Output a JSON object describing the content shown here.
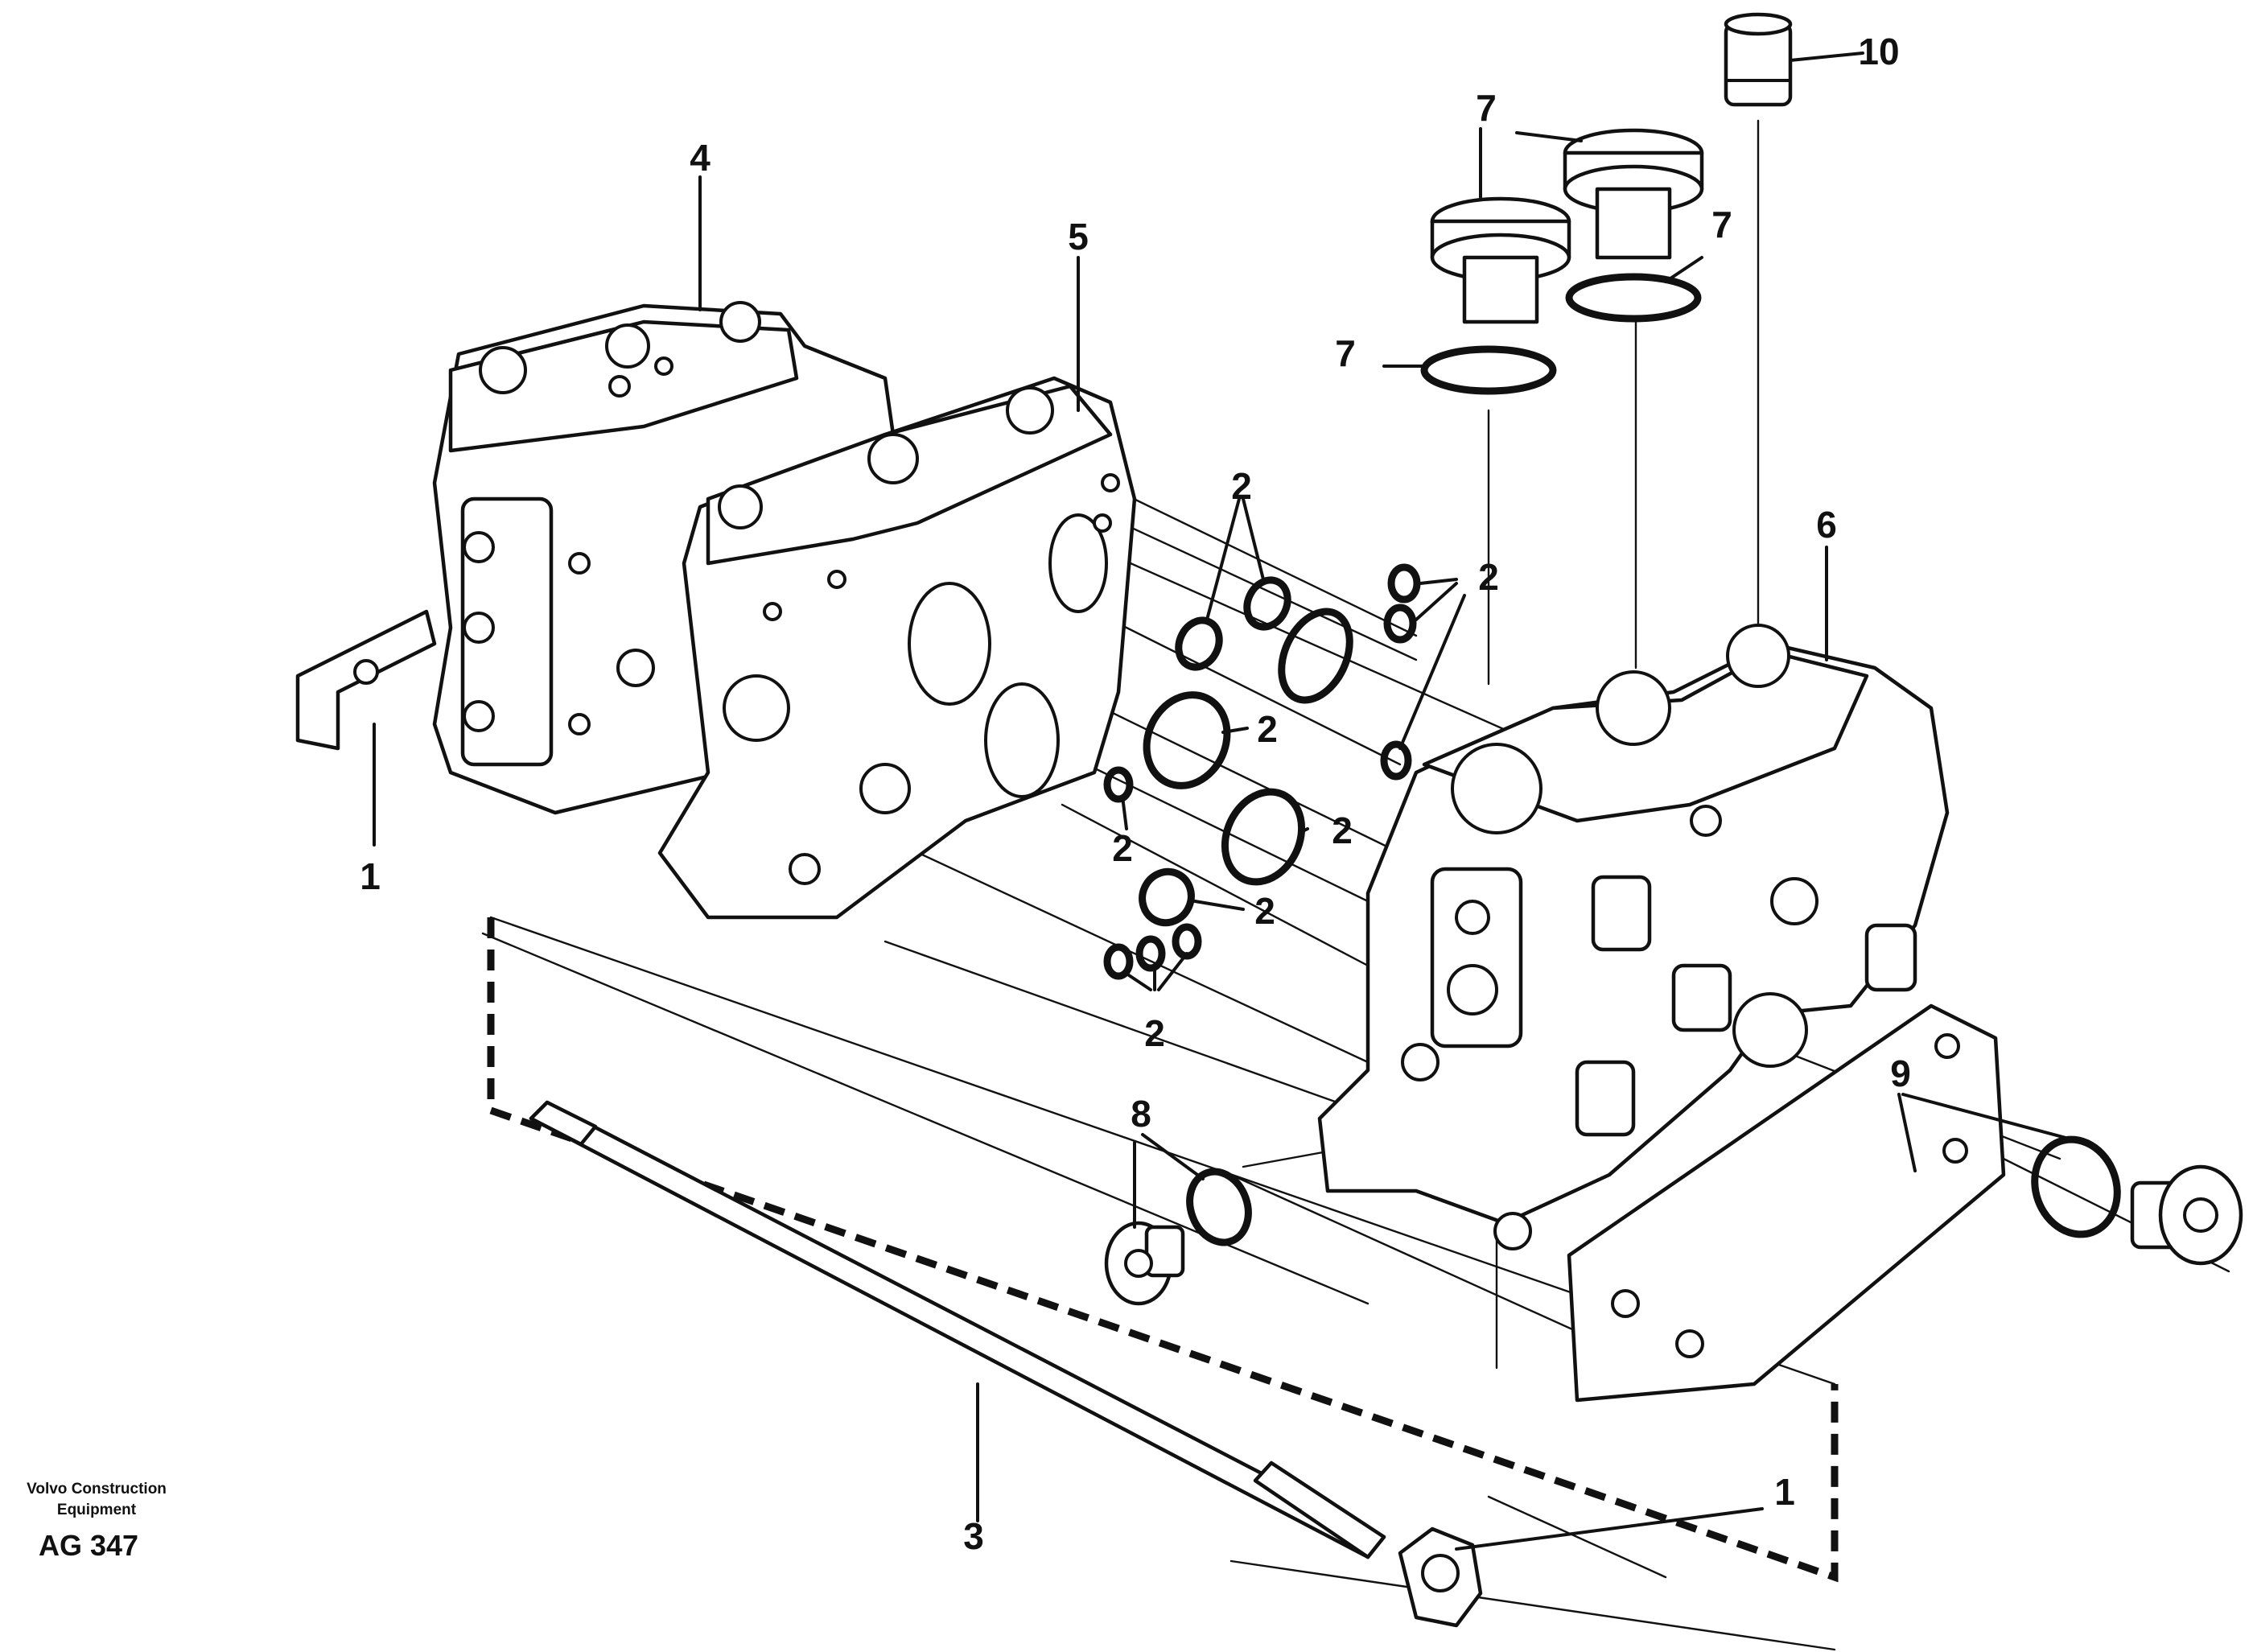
{
  "callouts": {
    "c1a": "1",
    "c1b": "1",
    "c2": "2",
    "c3": "3",
    "c4": "4",
    "c5": "5",
    "c6": "6",
    "c7": "7",
    "c8": "8",
    "c9": "9",
    "c10": "10"
  },
  "credit": {
    "line1": "Volvo Construction",
    "line2": "Equipment",
    "code": "AG 347"
  }
}
